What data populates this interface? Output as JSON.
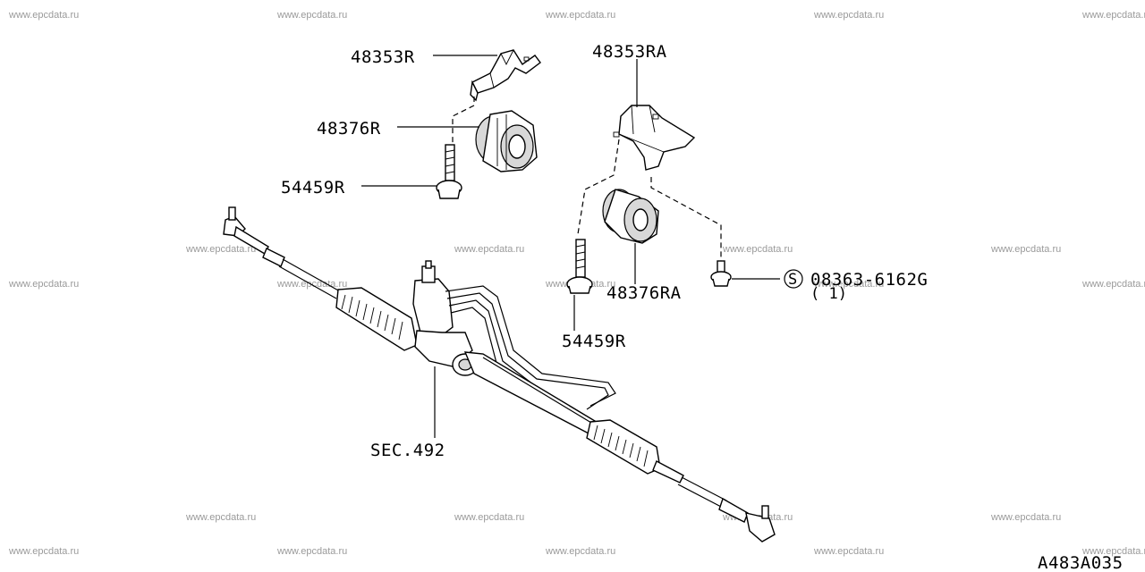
{
  "watermark": "www.epcdata.ru",
  "diagram_code": "A483A035",
  "callouts": {
    "bracket_left": "48353R",
    "bracket_right": "48353RA",
    "bushing_left": "48376R",
    "bushing_right": "48376RA",
    "bolt_left": "54459R",
    "bolt_right": "54459R",
    "screw_part": "08363-6162G",
    "screw_qty": "( 1)",
    "screw_symbol": "S",
    "gear_section": "SEC.492"
  }
}
